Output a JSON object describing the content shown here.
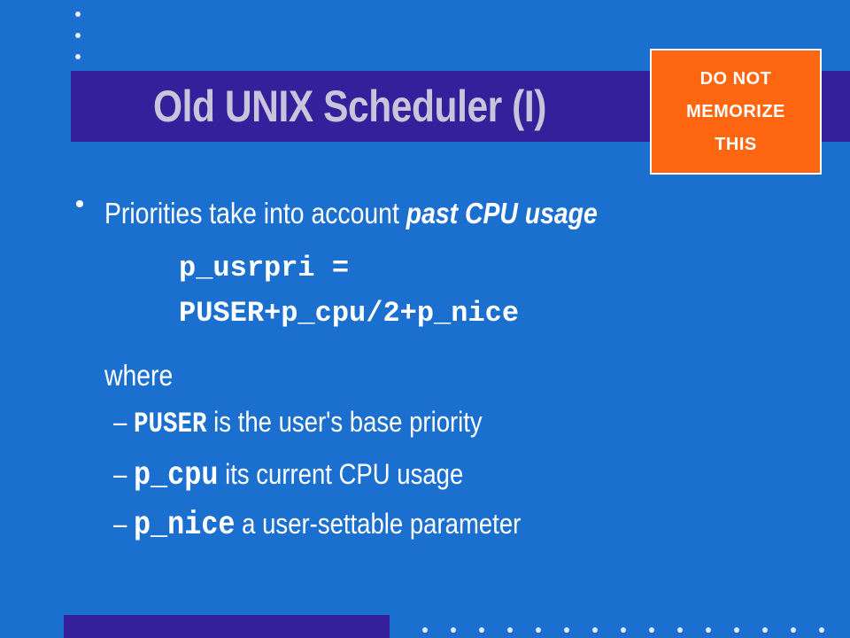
{
  "slide": {
    "title": "Old UNIX Scheduler (I)",
    "stamp": {
      "line1": "DO NOT",
      "line2": "MEMORIZE",
      "line3": "THIS"
    },
    "bullet": {
      "text": "Priorities take into account ",
      "emphasis": "past CPU usage"
    },
    "formula": {
      "line1": "p_usrpri =",
      "line2": "PUSER+p_cpu/2+p_nice"
    },
    "where": "where",
    "sub_items": [
      {
        "dash": "–",
        "code": "PUSER",
        "text": " is the user's base priority"
      },
      {
        "dash": "–",
        "code": "p_cpu",
        "text": " its current CPU usage"
      },
      {
        "dash": "–",
        "code": "p_nice",
        "text": " a user-settable parameter"
      }
    ]
  },
  "colors": {
    "background": "#1a6fcf",
    "title_band": "#33209a",
    "title_text": "#c9c4dc",
    "stamp": "#ff6611"
  }
}
